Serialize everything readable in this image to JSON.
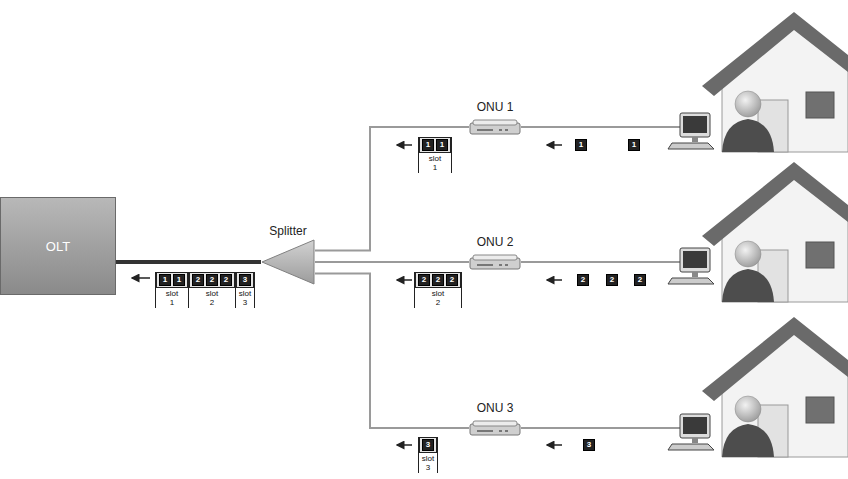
{
  "diagram": {
    "nodes": [
      {
        "text": [
          "OLT"
        ]
      },
      {
        "text": [
          "slot 1"
        ]
      },
      {
        "text": [
          "1"
        ],
        "in": 1
      },
      {
        "text": [
          "1"
        ],
        "in": 1
      },
      {
        "text": [
          "slot 2"
        ]
      },
      {
        "text": [
          "2"
        ],
        "in": 4
      },
      {
        "text": [
          "2"
        ],
        "in": 4
      },
      {
        "text": [
          "2"
        ],
        "in": 4
      },
      {
        "text": [
          "slot 3"
        ]
      },
      {
        "text": [
          "3"
        ],
        "in": 8
      },
      {
        "text": [
          "Splitter"
        ]
      },
      {
        "text": [
          "ONU 1"
        ]
      },
      {
        "text": [
          "slot 1"
        ]
      },
      {
        "text": [
          "1"
        ],
        "in": 12
      },
      {
        "text": [
          "1"
        ],
        "in": 12
      },
      {
        "text": [
          "1"
        ]
      },
      {
        "text": [
          "1"
        ]
      },
      {
        "text": [
          "ONU 2"
        ]
      },
      {
        "text": [
          "slot 2"
        ]
      },
      {
        "text": [
          "2"
        ],
        "in": 18
      },
      {
        "text": [
          "2"
        ],
        "in": 18
      },
      {
        "text": [
          "2"
        ],
        "in": 18
      },
      {
        "text": [
          "2"
        ]
      },
      {
        "text": [
          "2"
        ]
      },
      {
        "text": [
          "2"
        ]
      },
      {
        "text": [
          "ONU 3"
        ]
      },
      {
        "text": [
          "slot 3"
        ]
      },
      {
        "text": [
          "3"
        ],
        "in": 26
      },
      {
        "text": [
          "3"
        ]
      }
    ],
    "edges": [
      {
        "from": 0,
        "to": 10,
        "arrow": "none"
      },
      {
        "from": 10,
        "to": 11,
        "arrow": "none"
      },
      {
        "from": 10,
        "to": 17,
        "arrow": "none"
      },
      {
        "from": 10,
        "to": 25,
        "arrow": "none"
      }
    ]
  }
}
